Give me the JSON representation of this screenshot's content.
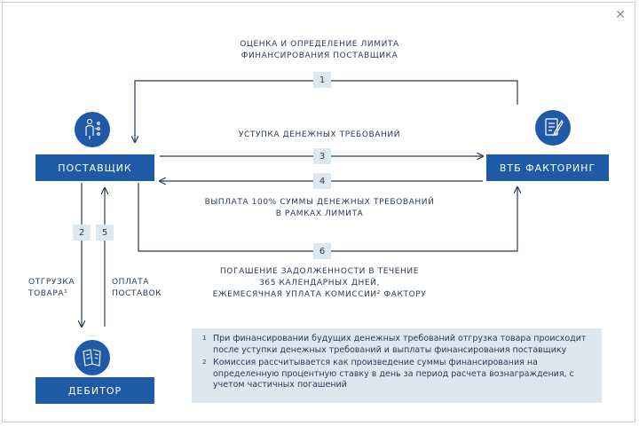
{
  "window": {
    "close_icon": "close-icon"
  },
  "nodes": {
    "supplier": "ПОСТАВЩИК",
    "factor": "ВТБ ФАКТОРИНГ",
    "debtor": "ДЕБИТОР"
  },
  "icons": {
    "supplier": "org-structure-icon",
    "factor": "document-sign-icon",
    "debtor": "document-stack-icon"
  },
  "steps": {
    "s1": {
      "num": "1",
      "label": "ОЦЕНКА И ОПРЕДЕЛЕНИЕ ЛИМИТА\nФИНАНСИРОВАНИЯ ПОСТАВЩИКА"
    },
    "s3": {
      "num": "3",
      "label": "УСТУПКА ДЕНЕЖНЫХ ТРЕБОВАНИЙ"
    },
    "s4": {
      "num": "4",
      "label": "ВЫПЛАТА 100% СУММЫ ДЕНЕЖНЫХ ТРЕБОВАНИЙ\nВ РАМКАХ ЛИМИТА"
    },
    "s6": {
      "num": "6",
      "label": "ПОГАШЕНИЕ ЗАДОЛЖЕННОСТИ В ТЕЧЕНИЕ\n365 КАЛЕНДАРНЫХ ДНЕЙ,\nЕЖЕМЕСЯЧНАЯ  УПЛАТА КОМИССИИ² ФАКТОРУ"
    },
    "s2": {
      "num": "2",
      "label": "ОТГРУЗКА\nТОВАРА¹"
    },
    "s5": {
      "num": "5",
      "label": "ОПЛАТА\nПОСТАВОК"
    }
  },
  "notes": [
    {
      "mark": "1",
      "text": "При финансировании будущих денежных требований отгрузка товара происходит после уступки денежных требований и выплаты финансирования поставщику"
    },
    {
      "mark": "2",
      "text": "Комиссия рассчитывается как произведение суммы финансирования на определенную процентную ставку в день за период расчета вознаграждения, с учетом частичных погашений"
    }
  ],
  "colors": {
    "brand": "#1f5aa6",
    "panel": "#dde7f0",
    "line": "#2b3a55"
  }
}
